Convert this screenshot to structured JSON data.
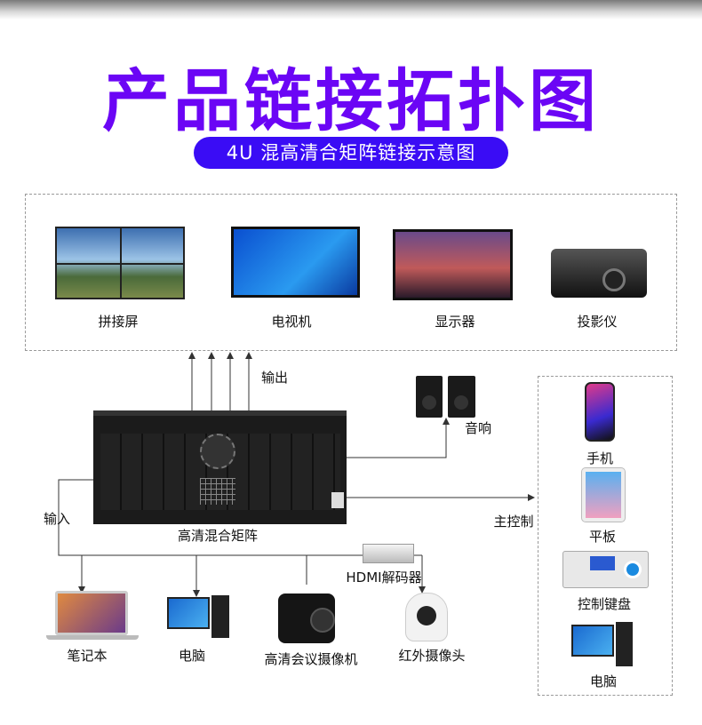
{
  "title": "产品链接拓扑图",
  "subtitle": "4U 混高清合矩阵链接示意图",
  "outputs": [
    {
      "label": "拼接屏",
      "icon": "video-wall-icon"
    },
    {
      "label": "电视机",
      "icon": "tv-icon"
    },
    {
      "label": "显示器",
      "icon": "monitor-icon"
    },
    {
      "label": "投影仪",
      "icon": "projector-icon"
    }
  ],
  "output_label": "输出",
  "input_label": "输入",
  "matrix_label": "高清混合矩阵",
  "speaker_label": "音响",
  "control_label": "主控制",
  "decoder_label": "HDMI解码器",
  "inputs": [
    {
      "label": "笔记本"
    },
    {
      "label": "电脑"
    },
    {
      "label": "高清会议摄像机"
    },
    {
      "label": "红外摄像头"
    }
  ],
  "controls": [
    {
      "label": "手机"
    },
    {
      "label": "平板"
    },
    {
      "label": "控制键盘"
    },
    {
      "label": "电脑"
    }
  ],
  "colors": {
    "title": "#6b05f5",
    "pill": "#3a0cf5"
  }
}
